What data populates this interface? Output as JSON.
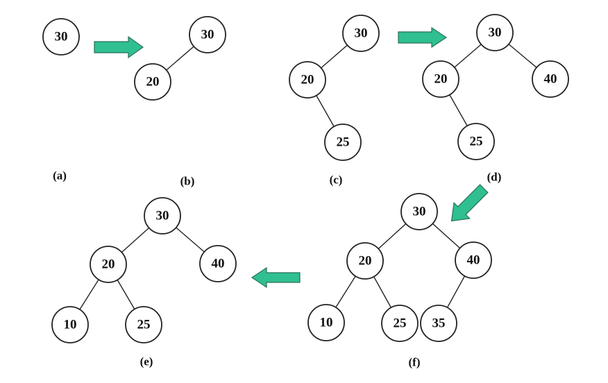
{
  "colors": {
    "arrow_fill": "#2fbf90",
    "arrow_stroke": "#2a6f5a",
    "node_stroke": "#222222"
  },
  "diagrams": [
    {
      "id": "a",
      "caption": "(a)",
      "nodes": [
        "30"
      ]
    },
    {
      "id": "b",
      "caption": "(b)",
      "nodes": [
        "30",
        "20"
      ]
    },
    {
      "id": "c",
      "caption": "(c)",
      "nodes": [
        "30",
        "20",
        "25"
      ]
    },
    {
      "id": "d",
      "caption": "(d)",
      "nodes": [
        "30",
        "20",
        "40",
        "25"
      ]
    },
    {
      "id": "e",
      "caption": "(e)",
      "nodes": [
        "30",
        "20",
        "40",
        "10",
        "25"
      ]
    },
    {
      "id": "f",
      "caption": "(f)",
      "nodes": [
        "30",
        "20",
        "40",
        "10",
        "25",
        "35"
      ]
    }
  ],
  "arrows": [
    {
      "from": "a",
      "to": "b",
      "direction": "right"
    },
    {
      "from": "c",
      "to": "d",
      "direction": "right"
    },
    {
      "from": "d",
      "to": "f",
      "direction": "down-left"
    },
    {
      "from": "f",
      "to": "e",
      "direction": "left"
    }
  ]
}
